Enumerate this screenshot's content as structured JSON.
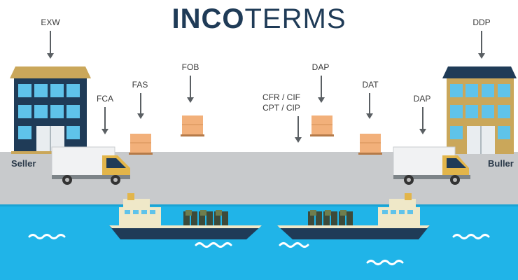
{
  "title": {
    "bold": "INCO",
    "light": "TERMS"
  },
  "labels": {
    "exw": "EXW",
    "fca": "FCA",
    "fas": "FAS",
    "fob": "FOB",
    "cfr_cif": "CFR / CIF",
    "cpt_cip": "CPT / CIP",
    "dap_center": "DAP",
    "dat": "DAT",
    "dap_right": "DAP",
    "ddp": "DDP"
  },
  "parties": {
    "seller": "Seller",
    "buyer": "Buller"
  },
  "colors": {
    "navy": "#1f3b57",
    "road": "#c7c9cb",
    "sea": "#1eb2e6",
    "ship_cream": "#efe8c8",
    "box": "#f2b07a",
    "building_gold": "#caa75a",
    "truck_yellow": "#e2b54a"
  }
}
